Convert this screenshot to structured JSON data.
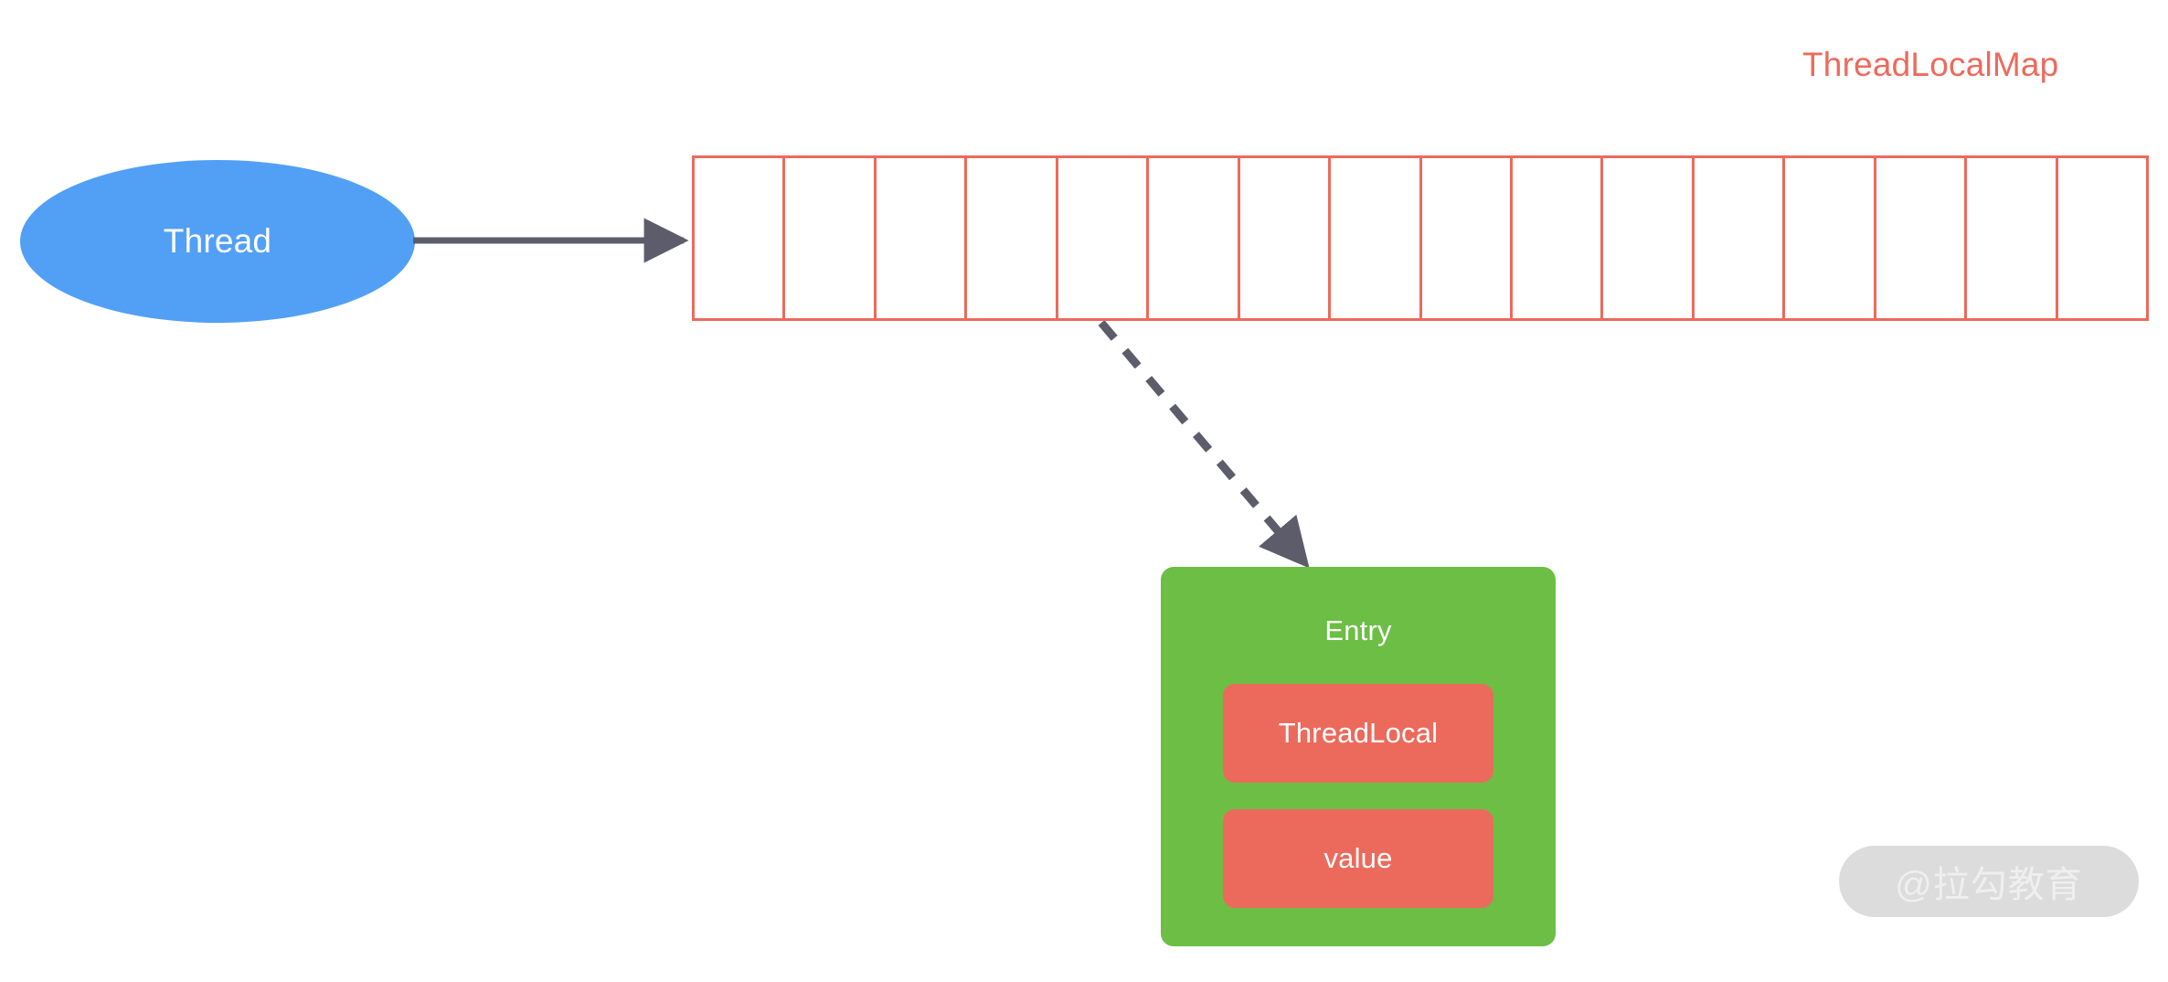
{
  "diagram": {
    "title_label": "ThreadLocalMap",
    "thread": {
      "label": "Thread"
    },
    "slot_array": {
      "cell_count": 16,
      "cells": [
        "",
        "",
        "",
        "",
        "",
        "",
        "",
        "",
        "",
        "",
        "",
        "",
        "",
        "",
        "",
        ""
      ]
    },
    "entry": {
      "title": "Entry",
      "fields": [
        {
          "label": "ThreadLocal"
        },
        {
          "label": "value"
        }
      ]
    },
    "edges": [
      {
        "from": "Thread",
        "to": "ThreadLocalMap array",
        "style": "solid",
        "arrow": "triangle"
      },
      {
        "from": "ThreadLocalMap slot",
        "to": "Entry",
        "style": "dashed",
        "arrow": "triangle"
      }
    ],
    "watermark": {
      "text": "@拉勾教育"
    },
    "colors": {
      "thread_fill": "#52A0F5",
      "map_accent": "#EC6A5C",
      "entry_fill": "#6CBE45",
      "entry_field_fill": "#EC6A5C",
      "edge_stroke": "#5C5C6B",
      "background": "#FFFFFF",
      "watermark_pill": "#DCDCDC",
      "watermark_text": "#EFEFEF"
    }
  }
}
